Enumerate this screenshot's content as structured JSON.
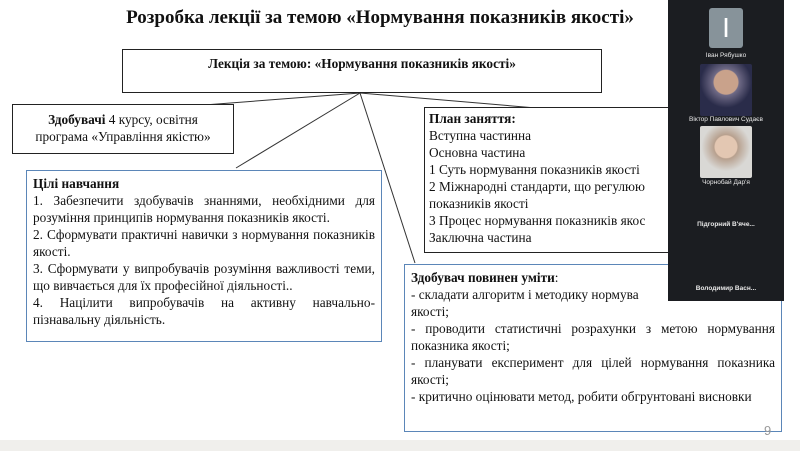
{
  "slide": {
    "title": "Розробка лекції за темою «Нормування показників якості»",
    "main_box": "Лекція за темою: «Нормування показників якості»",
    "students": {
      "bold": "Здобувачі",
      "line1_rest": " 4 курсу, освітня",
      "line2": "програма «Управління якістю»"
    },
    "goals": {
      "heading": "Цілі навчання",
      "items": [
        "1. Забезпечити здобувачів знаннями, необхідними для розуміння принципів нормування показників якості.",
        "2. Сформувати практичні навички з нормування показників якості.",
        "3. Сформувати у випробувачів розуміння важливості теми, що вивчається для їх професійної діяльності..",
        "4. Націлити випробувачів на активну навчально-пізнавальну діяльність."
      ]
    },
    "plan": {
      "heading": "План заняття:",
      "items": [
        "Вступна частинна",
        "Основна частина",
        "1 Суть нормування показників якості",
        "2 Міжнародні стандарти, що регулюю",
        "показників якості",
        "3 Процес нормування показників якос",
        "Заключна частина"
      ]
    },
    "skills": {
      "heading_bold": "Здобувач повинен уміти",
      "heading_rest": ":",
      "items": [
        "- складати алгоритм і методику нормува",
        "якості;",
        "- проводити статистичні розрахунки з метою нормування показника якості;",
        "- планувати експеримент для цілей нормування показника якості;",
        "- критично оцінювати метод, робити обгрунтовані висновки"
      ]
    },
    "page_number": "9"
  },
  "video_call": {
    "participants": [
      {
        "name": "Іван Рябушко",
        "avatar_letter": "І",
        "type": "avatar"
      },
      {
        "name": "Віктор Павлович Судаєв",
        "type": "camera"
      },
      {
        "name": "Чорнобай Дар'я",
        "type": "camera"
      },
      {
        "name": "Підгорний В'яче...",
        "type": "name-only"
      },
      {
        "name": "Володимир Васн...",
        "type": "name-only"
      }
    ]
  },
  "colors": {
    "goals_border": "#5b86b8",
    "video_background": "#1b1d21",
    "avatar_tile": "#87939a"
  }
}
